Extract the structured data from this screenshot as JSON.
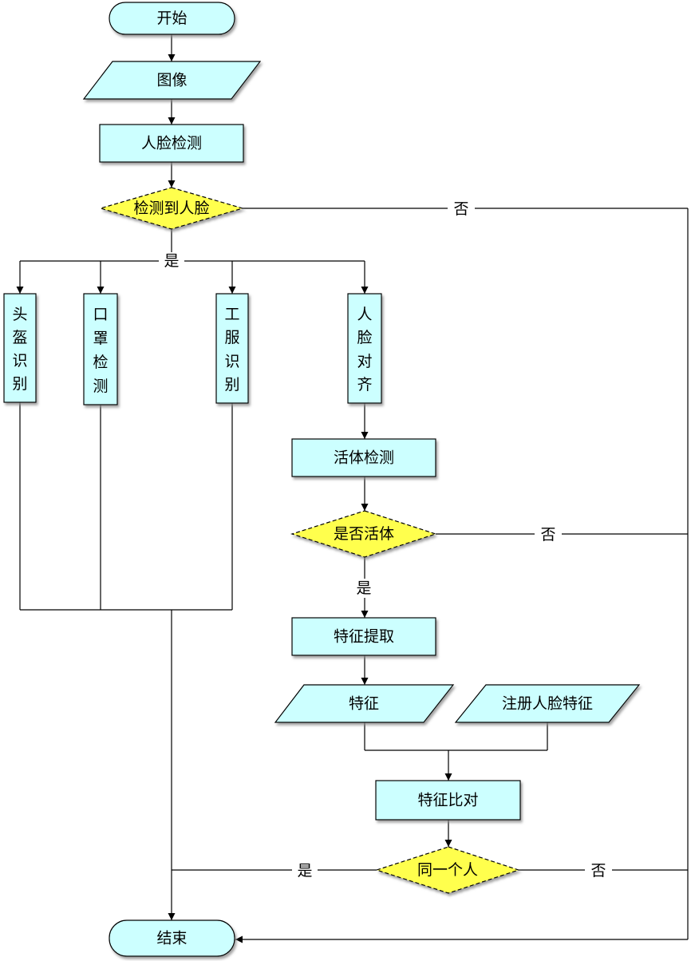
{
  "colors": {
    "process_fill": "#ccffff",
    "decision_fill": "#ffff4d",
    "stroke": "#000000",
    "shadow": "#9a9a9a"
  },
  "nodes": {
    "start": "开始",
    "image": "图像",
    "face_detection": "人脸检测",
    "face_detected": "检测到人脸",
    "helmet_recognition": [
      "头",
      "盔",
      "识",
      "别"
    ],
    "mask_detection": [
      "口",
      "罩",
      "检",
      "测"
    ],
    "uniform_recognition": [
      "工",
      "服",
      "识",
      "别"
    ],
    "face_alignment": [
      "人",
      "脸",
      "对",
      "齐"
    ],
    "liveness_detection": "活体检测",
    "is_live": "是否活体",
    "feature_extraction": "特征提取",
    "features": "特征",
    "registered_features": "注册人脸特征",
    "feature_comparison": "特征比对",
    "same_person": "同一个人",
    "end": "结束"
  },
  "edges": {
    "face_detected_yes": "是",
    "face_detected_no": "否",
    "is_live_yes": "是",
    "is_live_no": "否",
    "same_person_yes": "是",
    "same_person_no": "否"
  }
}
